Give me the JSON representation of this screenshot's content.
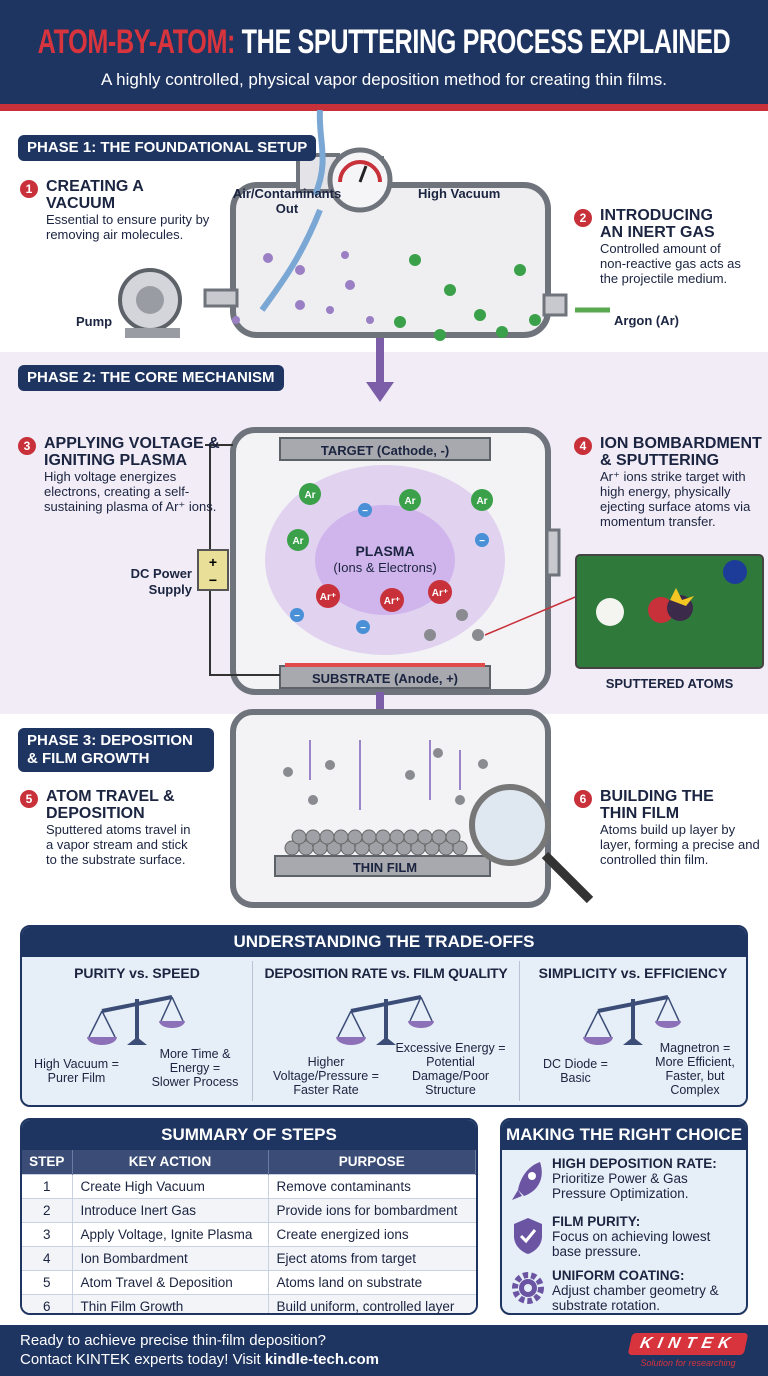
{
  "header": {
    "title_highlight": "ATOM-BY-ATOM:",
    "title_rest": "THE SPUTTERING PROCESS EXPLAINED",
    "subtitle": "A highly controlled, physical vapor deposition method for creating thin films."
  },
  "phases": [
    {
      "label": "PHASE 1: THE FOUNDATIONAL SETUP"
    },
    {
      "label": "PHASE 2: THE CORE MECHANISM"
    },
    {
      "label": "PHASE 3: DEPOSITION & FILM GROWTH"
    }
  ],
  "steps": [
    {
      "num": "1",
      "title": "CREATING A VACUUM",
      "text": "Essential to ensure purity by removing air molecules."
    },
    {
      "num": "2",
      "title": "INTRODUCING AN INERT GAS",
      "text": "Controlled amount of non-reactive gas acts as the projectile medium."
    },
    {
      "num": "3",
      "title": "APPLYING VOLTAGE & IGNITING PLASMA",
      "text": "High voltage energizes electrons, creating a self-sustaining plasma of Ar⁺ ions."
    },
    {
      "num": "4",
      "title": "ION BOMBARDMENT & SPUTTERING",
      "text": "Ar⁺ ions strike target with high energy, physically ejecting surface atoms via momentum transfer."
    },
    {
      "num": "5",
      "title": "ATOM TRAVEL & DEPOSITION",
      "text": "Sputtered atoms travel in a vapor stream and stick to the substrate surface."
    },
    {
      "num": "6",
      "title": "BUILDING THE THIN FILM",
      "text": "Atoms build up layer by layer, forming a precise and controlled thin film."
    }
  ],
  "diagram": {
    "air_out": "Air/Contaminants Out",
    "high_vacuum": "High Vacuum",
    "pump": "Pump",
    "argon": "Argon (Ar)",
    "target": "TARGET (Cathode, -)",
    "plasma": "PLASMA",
    "plasma_sub": "(Ions & Electrons)",
    "power_supply": "DC Power Supply",
    "substrate": "SUBSTRATE (Anode, +)",
    "sputtered_atoms": "SPUTTERED ATOMS",
    "thin_film": "THIN FILM",
    "ar": "Ar",
    "ar_ion": "Ar⁺",
    "electron": "−"
  },
  "tradeoffs": {
    "title": "UNDERSTANDING THE TRADE-OFFS",
    "items": [
      {
        "title": "PURITY vs. SPEED",
        "left": "High Vacuum = Purer Film",
        "right": "More Time & Energy = Slower Process"
      },
      {
        "title": "DEPOSITION RATE vs. FILM QUALITY",
        "left": "Higher Voltage/Pressure = Faster Rate",
        "right": "Excessive Energy = Potential Damage/Poor Structure"
      },
      {
        "title": "SIMPLICITY vs. EFFICIENCY",
        "left": "DC Diode = Basic",
        "right": "Magnetron = More Efficient, Faster, but Complex"
      }
    ]
  },
  "summary": {
    "title": "SUMMARY OF STEPS",
    "columns": [
      "STEP",
      "KEY ACTION",
      "PURPOSE"
    ],
    "rows": [
      [
        "1",
        "Create High Vacuum",
        "Remove contaminants"
      ],
      [
        "2",
        "Introduce Inert Gas",
        "Provide ions for bombardment"
      ],
      [
        "3",
        "Apply Voltage, Ignite Plasma",
        "Create energized ions"
      ],
      [
        "4",
        "Ion Bombardment",
        "Eject atoms from target"
      ],
      [
        "5",
        "Atom Travel & Deposition",
        "Atoms land on substrate"
      ],
      [
        "6",
        "Thin Film Growth",
        "Build uniform, controlled layer"
      ]
    ]
  },
  "choice": {
    "title": "MAKING THE RIGHT CHOICE",
    "items": [
      {
        "icon": "rocket-icon",
        "title": "HIGH DEPOSITION RATE:",
        "text": "Prioritize Power & Gas Pressure Optimization."
      },
      {
        "icon": "shield-check-icon",
        "title": "FILM PURITY:",
        "text": "Focus on achieving lowest base pressure."
      },
      {
        "icon": "gear-icon",
        "title": "UNIFORM COATING:",
        "text": "Adjust chamber geometry & substrate rotation."
      }
    ]
  },
  "footer": {
    "line1": "Ready to achieve precise thin-film deposition?",
    "line2_prefix": "Contact KINTEK experts today! Visit ",
    "link": "kindle-tech.com",
    "logo": "KINTEK",
    "tagline": "Solution for researching"
  },
  "colors": {
    "navy": "#1e3461",
    "red": "#c8303a",
    "purple": "#7b5ea7",
    "green": "#3aa14a"
  }
}
